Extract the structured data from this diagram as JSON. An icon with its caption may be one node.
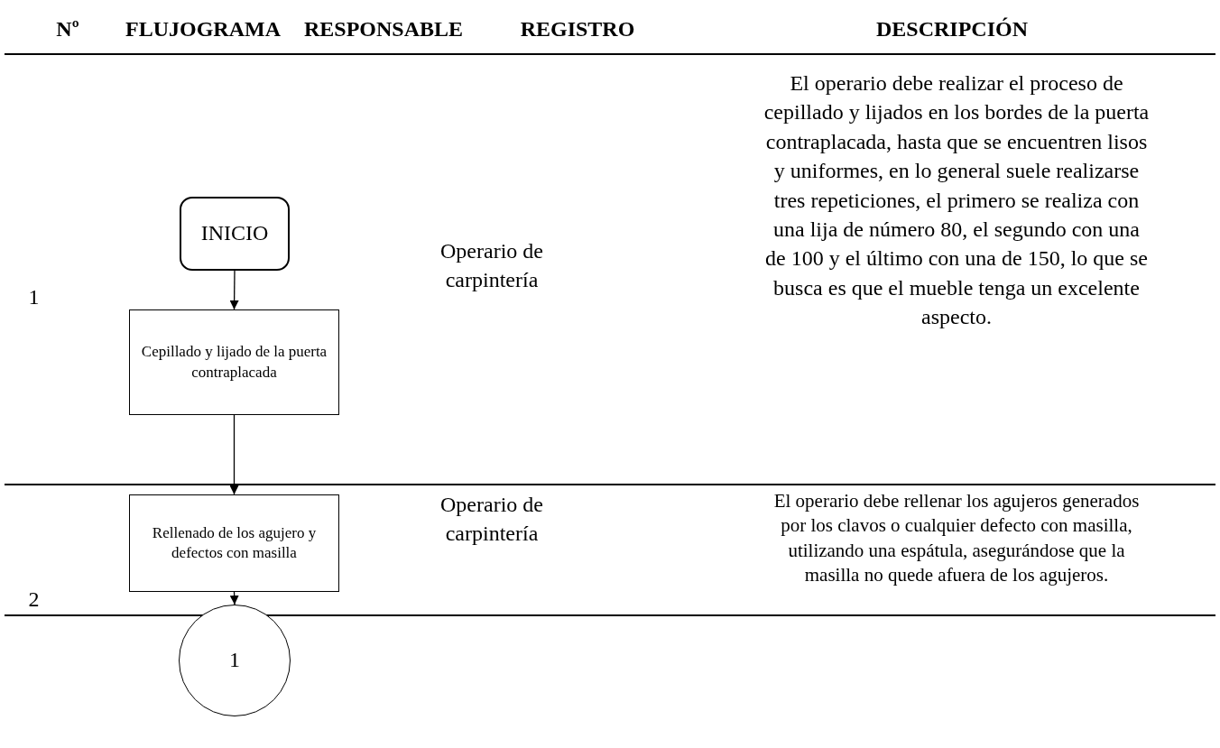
{
  "diagram": {
    "nodes": [
      {
        "text": [
          "INICIO"
        ]
      },
      {
        "text": [
          "Cepillado y lijado de la puerta contraplacada"
        ]
      },
      {
        "text": [
          "Rellenado de los agujero y defectos con masilla"
        ]
      },
      {
        "text": [
          "1"
        ]
      }
    ],
    "edges": [
      {
        "from": 0,
        "to": 1,
        "arrow": "to"
      },
      {
        "from": 1,
        "to": 2,
        "arrow": "to"
      },
      {
        "from": 2,
        "to": 3,
        "arrow": "to"
      }
    ],
    "labels": [
      "Nº",
      "FLUJOGRAMA",
      "RESPONSABLE",
      "REGISTRO",
      "DESCRIPCIÓN",
      "1",
      "Operario de carpintería",
      "El operario debe realizar el proceso de cepillado y lijados en los bordes de la puerta contraplacada, hasta que se encuentren lisos y uniformes, en lo general suele realizarse tres repeticiones, el primero se realiza con una lija de número 80, el segundo con una de 100 y el último con una de 150, lo que se busca es que el mueble tenga un excelente aspecto.",
      "Operario de carpintería",
      "2",
      "El operario debe rellenar los agujeros generados por los clavos o cualquier defecto con masilla, utilizando una espátula, asegurándose que la masilla no quede afuera de los agujeros."
    ]
  }
}
